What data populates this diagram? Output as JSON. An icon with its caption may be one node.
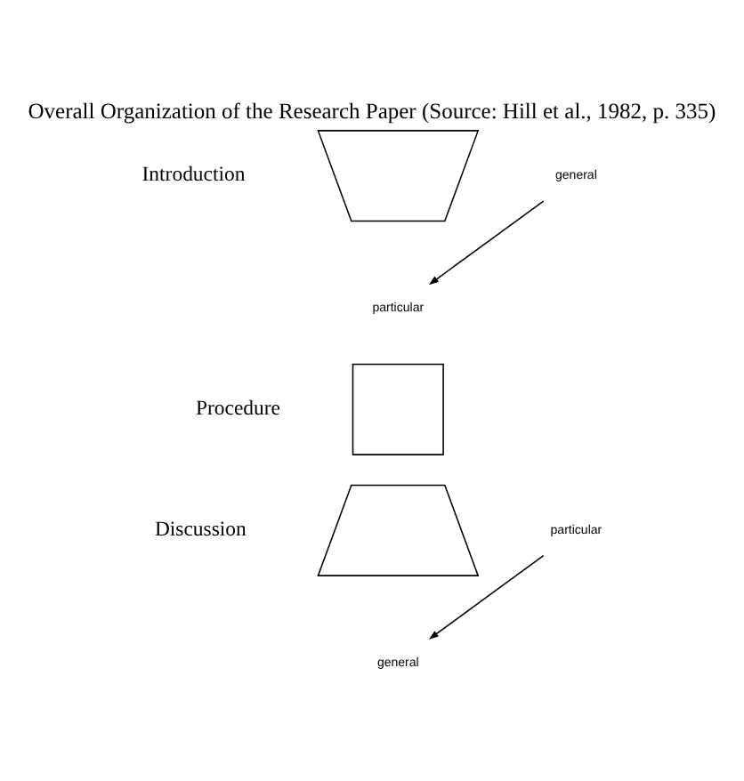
{
  "diagram": {
    "title": "Overall Organization of the Research Paper (Source: Hill et al., 1982, p. 335)",
    "nodes": [
      {
        "text": [],
        "shape": "trapezoid",
        "beside": [
          "Introduction"
        ]
      },
      {
        "text": [
          "general"
        ]
      },
      {
        "text": [
          "particular"
        ]
      },
      {
        "text": [],
        "shape": "box",
        "beside": [
          "Procedure"
        ]
      },
      {
        "text": [],
        "shape": "trapezoid",
        "beside": [
          "Discussion"
        ]
      },
      {
        "text": [
          "particular"
        ]
      },
      {
        "text": [
          "general"
        ]
      }
    ],
    "edges": [
      {
        "from": 1,
        "to": 2,
        "arrow": "to"
      },
      {
        "from": 5,
        "to": 6,
        "arrow": "to"
      }
    ]
  }
}
